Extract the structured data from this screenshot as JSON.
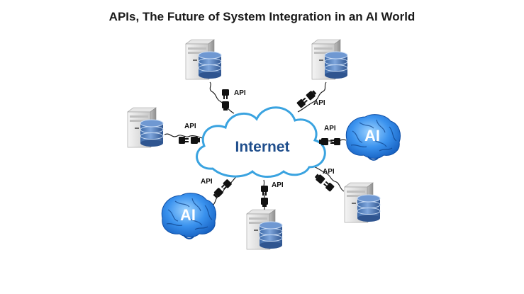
{
  "title": "APIs, The Future of System Integration in an AI World",
  "cloud": {
    "label": "Internet"
  },
  "connector_label": "API",
  "ai_label": "AI",
  "nodes": [
    {
      "id": "server-top-left",
      "type": "server"
    },
    {
      "id": "server-top-right",
      "type": "server"
    },
    {
      "id": "server-left",
      "type": "server"
    },
    {
      "id": "ai-brain-right",
      "type": "ai-brain"
    },
    {
      "id": "server-bottom-right",
      "type": "server"
    },
    {
      "id": "server-bottom",
      "type": "server"
    },
    {
      "id": "ai-brain-bottom-left",
      "type": "ai-brain"
    }
  ],
  "colors": {
    "cloud_outline": "#3aa3e0",
    "cloud_text": "#1f4e8c",
    "database": "#4f7fc0",
    "server_body": "#d9d9d9",
    "brain": "#2f86e8"
  }
}
